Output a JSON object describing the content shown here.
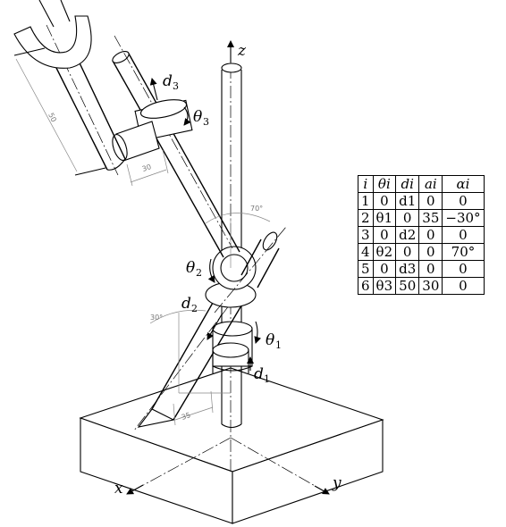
{
  "labels": {
    "z": "z",
    "x": "x",
    "y": "y",
    "d1": "d",
    "d1_sub": "1",
    "d2": "d",
    "d2_sub": "2",
    "d3": "d",
    "d3_sub": "3",
    "theta1": "θ",
    "theta1_sub": "1",
    "theta2": "θ",
    "theta2_sub": "2",
    "theta3": "θ",
    "theta3_sub": "3"
  },
  "dimensions": {
    "len_50": "50",
    "len_30": "30",
    "len_35": "35",
    "angle_70": "70°",
    "angle_30": "30°"
  },
  "table": {
    "headers": [
      "i",
      "θi",
      "di",
      "ai",
      "αi"
    ],
    "rows": [
      [
        "1",
        "0",
        "d1",
        "0",
        "0"
      ],
      [
        "2",
        "θ1",
        "0",
        "35",
        "−30°"
      ],
      [
        "3",
        "0",
        "d2",
        "0",
        "0"
      ],
      [
        "4",
        "θ2",
        "0",
        "0",
        "70°"
      ],
      [
        "5",
        "0",
        "d3",
        "0",
        "0"
      ],
      [
        "6",
        "θ3",
        "50",
        "30",
        "0"
      ]
    ]
  }
}
